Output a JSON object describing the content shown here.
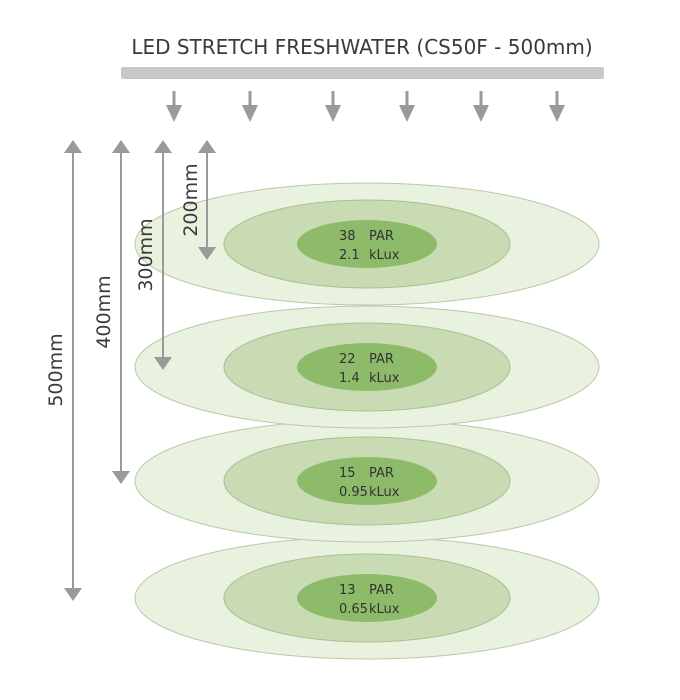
{
  "title": "LED STRETCH FRESHWATER (CS50F - 500mm)",
  "colors": {
    "lamp_bar": "#c8c8c8",
    "arrow": "#9a9a9a",
    "outer_fill": "#e9f1df",
    "outer_stroke": "#b9c9a9",
    "mid_fill": "#c8dbb3",
    "mid_stroke": "#a9c094",
    "inner_fill": "#8dbb6a",
    "text": "#333333"
  },
  "downward_arrow_count": 6,
  "depth_markers": [
    {
      "label": "500mm"
    },
    {
      "label": "400mm"
    },
    {
      "label": "300mm"
    },
    {
      "label": "200mm"
    }
  ],
  "levels": [
    {
      "par_value": "38",
      "par_unit": "PAR",
      "lux_value": "2.1",
      "lux_unit": "kLux"
    },
    {
      "par_value": "22",
      "par_unit": "PAR",
      "lux_value": "1.4",
      "lux_unit": "kLux"
    },
    {
      "par_value": "15",
      "par_unit": "PAR",
      "lux_value": "0.95",
      "lux_unit": "kLux"
    },
    {
      "par_value": "13",
      "par_unit": "PAR",
      "lux_value": "0.65",
      "lux_unit": "kLux"
    }
  ]
}
